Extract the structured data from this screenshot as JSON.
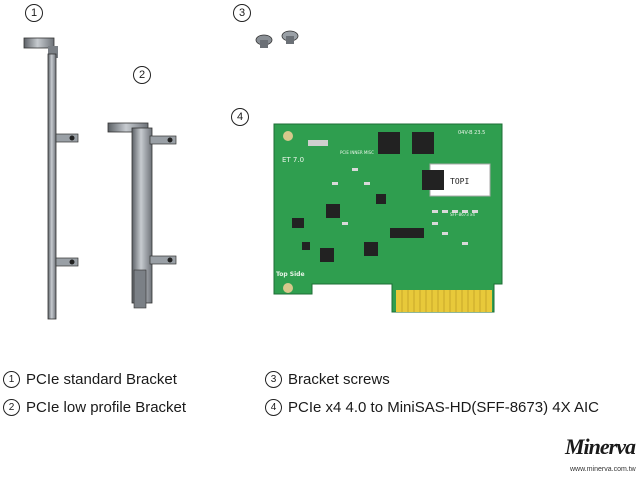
{
  "callouts": [
    "1",
    "2",
    "3",
    "4"
  ],
  "captions": [
    {
      "num": "1",
      "text": "PCIe standard Bracket"
    },
    {
      "num": "2",
      "text": "PCIe low profile Bracket"
    },
    {
      "num": "3",
      "text": "Bracket screws"
    },
    {
      "num": "4",
      "text": "PCIe x4 4.0 to MiniSAS-HD(SFF-8673) 4X AIC"
    }
  ],
  "board": {
    "top_side_label": "Top Side",
    "model_label": "ET 7.0",
    "version_label": "04V-B 23.5",
    "connector_label": "SFF-8673 x4",
    "connector_text": "TOPI",
    "silk_label": "PCIE INNER MISC"
  },
  "logo": {
    "wordmark": "Minerva",
    "url": "www.minerva.com.tw"
  },
  "colors": {
    "pcb": "#2f9e4f",
    "gold": "#e8c93a",
    "bracket": "#8b9096"
  }
}
